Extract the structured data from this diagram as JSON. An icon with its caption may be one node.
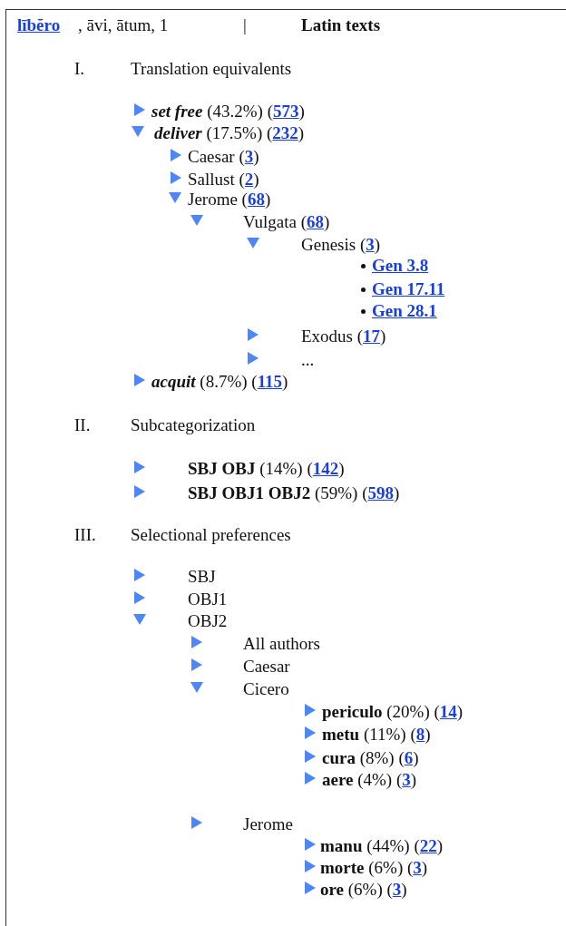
{
  "diagram": {
    "labels": [
      "lībĕro",
      ", āvi, ātum, 1",
      "|",
      "Latin texts",
      "I.",
      "Translation equivalents",
      "**set free** (43.2%) (573)",
      "**deliver** (17.5%) (232)",
      "Caesar (3)",
      "Sallust (2)",
      "Jerome (68)",
      "Vulgata (68)",
      "Genesis (3)",
      "Gen 3.8",
      "Gen 17.11",
      "Gen 28.1",
      "Exodus (17)",
      "...",
      "**acquit** (8.7%) (115)",
      "II.",
      "Subcategorization",
      "**SBJ OBJ** (14%) (142)",
      "**SBJ OBJ1 OBJ2** (59%) (598)",
      "III.",
      "Selectional preferences",
      "SBJ",
      "OBJ1",
      "OBJ2",
      "All authors",
      "Caesar",
      "Cicero",
      "**periculo** (20%) (14)",
      "**metu** (11%) (8)",
      "**cura** (8%) (6)",
      "**aere** (4%) (3)",
      "Jerome",
      "**manu** (44%) (22)",
      "**morte** (6%) (3)",
      "**ore** (6%) (3)"
    ]
  }
}
